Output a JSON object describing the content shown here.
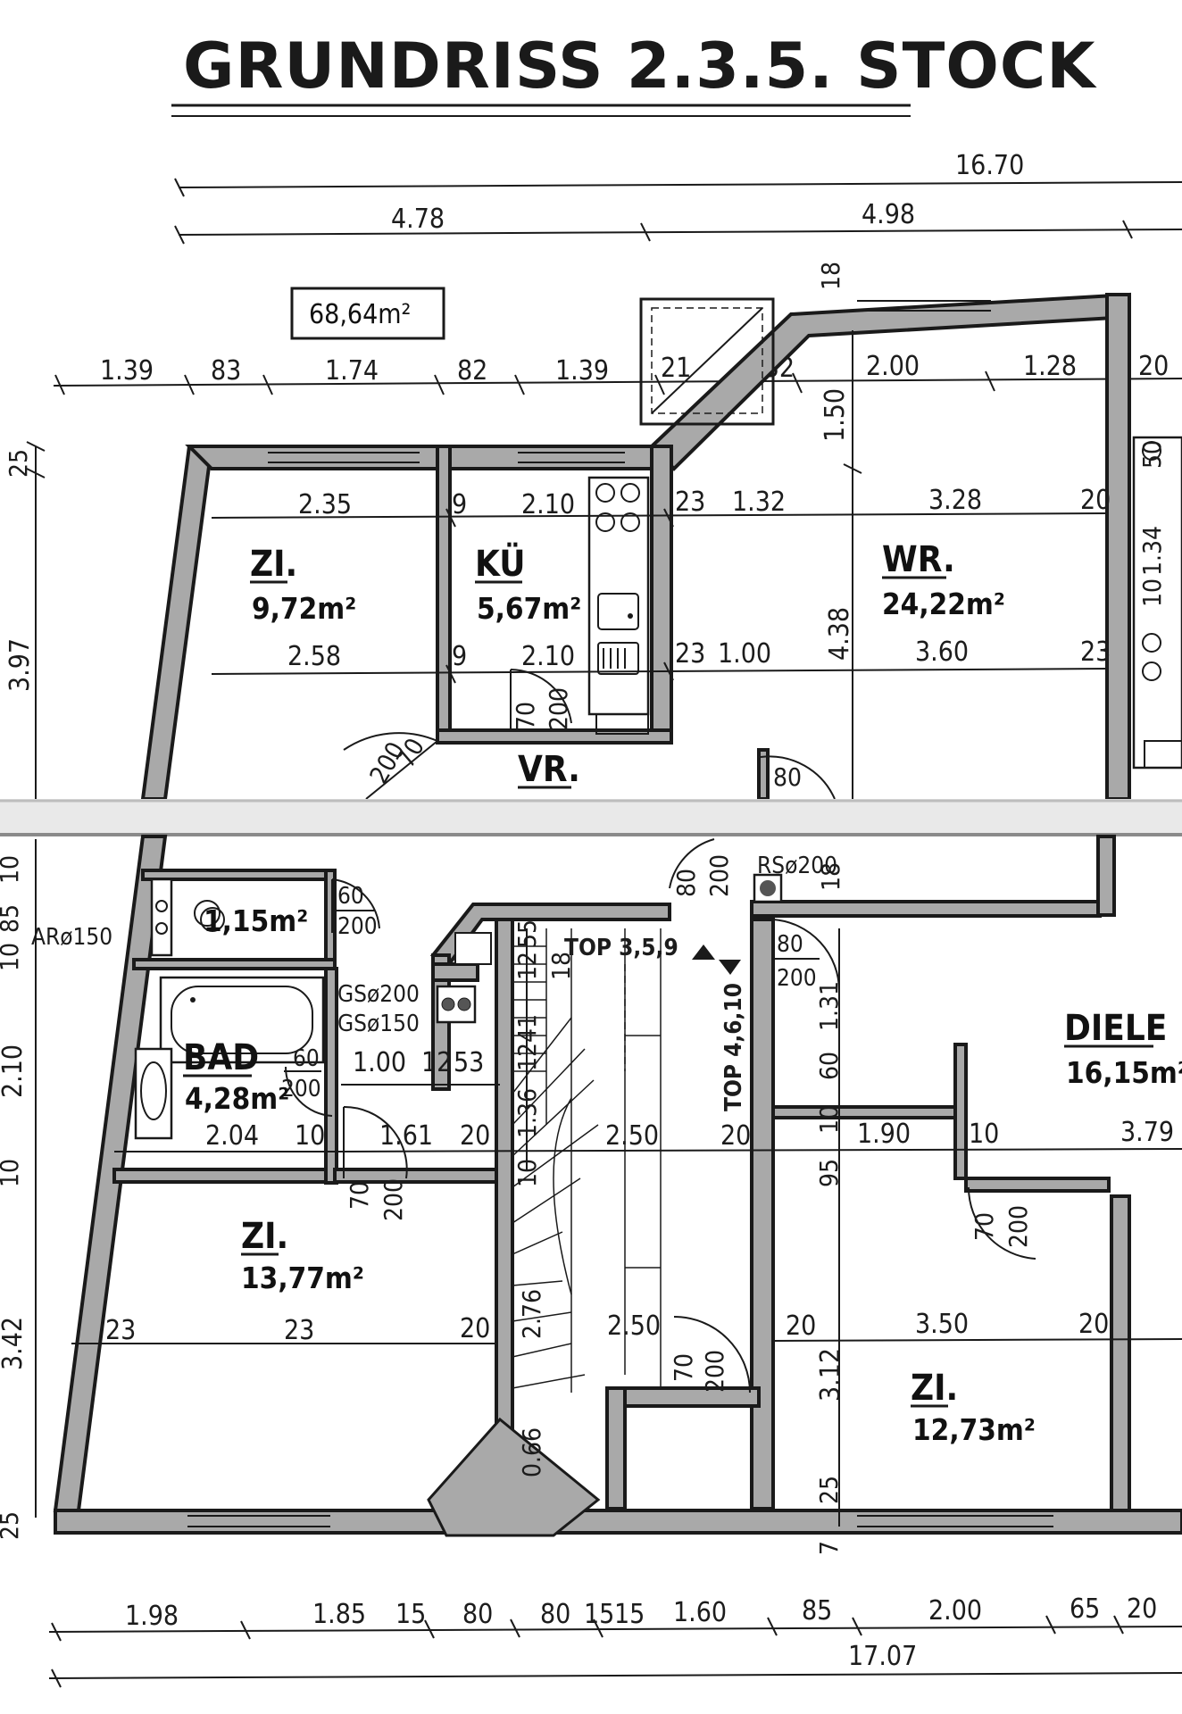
{
  "title": "GRUNDRISS 2.3.5. STOCK",
  "total_area": "68,64m²",
  "rooms": {
    "zi1": {
      "name": "ZI.",
      "area": "9,72m²"
    },
    "kue": {
      "name": "KÜ",
      "area": "5,67m²"
    },
    "wr": {
      "name": "WR.",
      "area": "24,22m²"
    },
    "vr": {
      "name": "VR."
    },
    "wc": {
      "area": "1,15m²"
    },
    "bad": {
      "name": "BAD",
      "area": "4,28m²"
    },
    "zi2": {
      "name": "ZI.",
      "area": "13,77m²"
    },
    "diele": {
      "name": "DIELE",
      "area": "16,15m²"
    },
    "zi3": {
      "name": "ZI.",
      "area": "12,73m²"
    }
  },
  "labels": {
    "top_up": "TOP 3,5,9",
    "top_down": "TOP 4,6,10",
    "ar": "ARø150",
    "rs": "RSø200",
    "gs1": "GSø200",
    "gs2": "GSø150"
  },
  "dims_top": {
    "overall": "16.70",
    "left": "4.78",
    "right": "4.98",
    "d18": "18",
    "row": [
      "1.39",
      "83",
      "1.74",
      "82",
      "1.39",
      "21",
      "1.32",
      "2.00",
      "1.28",
      "20"
    ],
    "zi1_w1": "2.35",
    "zi1_w2": "2.58",
    "kue_9a": "9",
    "kue_w1": "2.10",
    "kue_9b": "9",
    "kue_w2": "2.10",
    "wr_23a": "23",
    "wr_132": "1.32",
    "wr_328": "3.28",
    "wr_20": "20",
    "wr_23b": "23",
    "wr_100": "1.00",
    "wr_360": "3.60",
    "wr_23c": "23",
    "v150": "1.50",
    "v438": "4.38",
    "v50": "50",
    "v10": "10",
    "v134": "1.34",
    "left_25": "25",
    "left_397": "3.97"
  },
  "doors": {
    "zi1_70": "70",
    "zi1_200": "200",
    "kue_70": "70",
    "kue_200": "200",
    "vr_80": "80",
    "wc_60": "60",
    "wc_200": "200",
    "stair_80": "80",
    "stair_200": "200",
    "rs_18": "18",
    "diele_80": "80",
    "diele_200": "200",
    "bad_60": "60",
    "bad_200": "200",
    "zi2_70": "70",
    "zi2_200": "200",
    "diele2_70": "70",
    "diele2_200": "200",
    "zi3_70": "70",
    "zi3_200": "200"
  },
  "dims_mid": {
    "left_10a": "10",
    "left_85": "85",
    "left_10b": "10",
    "left_210": "2.10",
    "left_10c": "10",
    "left_342": "3.42",
    "left_25": "25",
    "bad_100": "1.00",
    "bad_12": "12",
    "bad_53": "53",
    "bad_204": "2.04",
    "bad_10": "10",
    "bad_161": "1.61",
    "bad_20": "20",
    "st_55": "55",
    "st_12a": "12",
    "st_18": "18",
    "st_41": "41",
    "st_12b": "12",
    "st_136": "1.36",
    "st_10": "10",
    "st_250a": "2.50",
    "st_20": "20",
    "st_276": "2.76",
    "st_250b": "2.50",
    "st_066": "0.66",
    "di_131": "1.31",
    "di_60": "60",
    "di_10a": "10",
    "di_190": "1.90",
    "di_10b": "10",
    "di_379": "3.79",
    "zi3_95": "95",
    "zi3_20a": "20",
    "zi3_350": "3.50",
    "zi3_20b": "20",
    "zi3_312": "3.12",
    "zi3_25": "25",
    "zi3_7": "7",
    "zi2_23a": "23",
    "zi2_23b": "23",
    "zi2_20": "20"
  },
  "dims_bottom": {
    "row": [
      "1.98",
      "1.85",
      "15",
      "80",
      "80",
      "15",
      "15",
      "1.60",
      "85",
      "2.00",
      "65",
      "20"
    ],
    "overall": "17.07"
  }
}
